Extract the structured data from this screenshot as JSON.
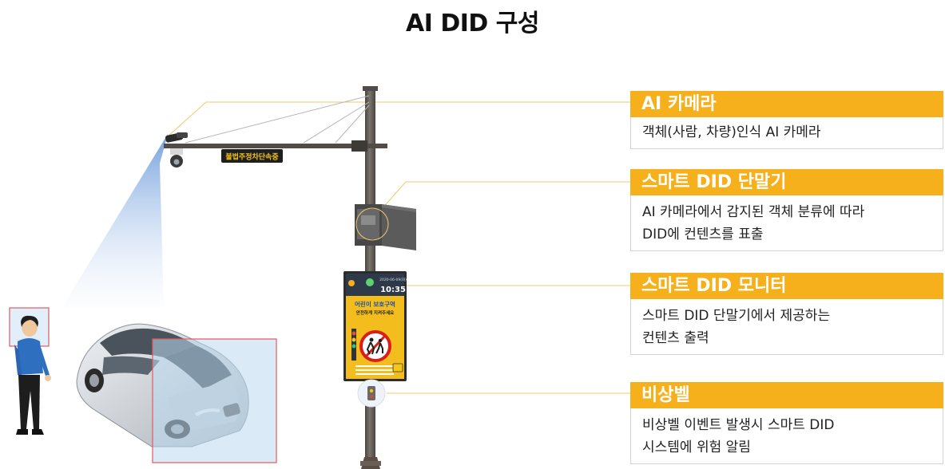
{
  "title": "AI DID 구성",
  "sign_text": "불법주정차단속중",
  "monitor": {
    "date": "2020-06-09(화)",
    "time": "10:35",
    "zone_title": "어린이 보호구역",
    "zone_message": "안전하게 지켜주세요"
  },
  "callouts": [
    {
      "title": "AI 카메라",
      "desc": "객체(사람, 차량)인식 AI 카메라"
    },
    {
      "title": "스마트 DID 단말기",
      "desc": "AI 카메라에서 감지된 객체 분류에 따라\nDID에 컨텐츠를 표출"
    },
    {
      "title": "스마트 DID 모니터",
      "desc": "스마트 DID 단말기에서 제공하는\n컨텐츠 출력"
    },
    {
      "title": "비상벨",
      "desc": "비상벨 이벤트 발생시 스마트 DID\n시스템에 위험 알림"
    }
  ],
  "colors": {
    "accent": "#f5b01c",
    "pole": "#5f5a55",
    "detection_box": "#e3595d"
  }
}
